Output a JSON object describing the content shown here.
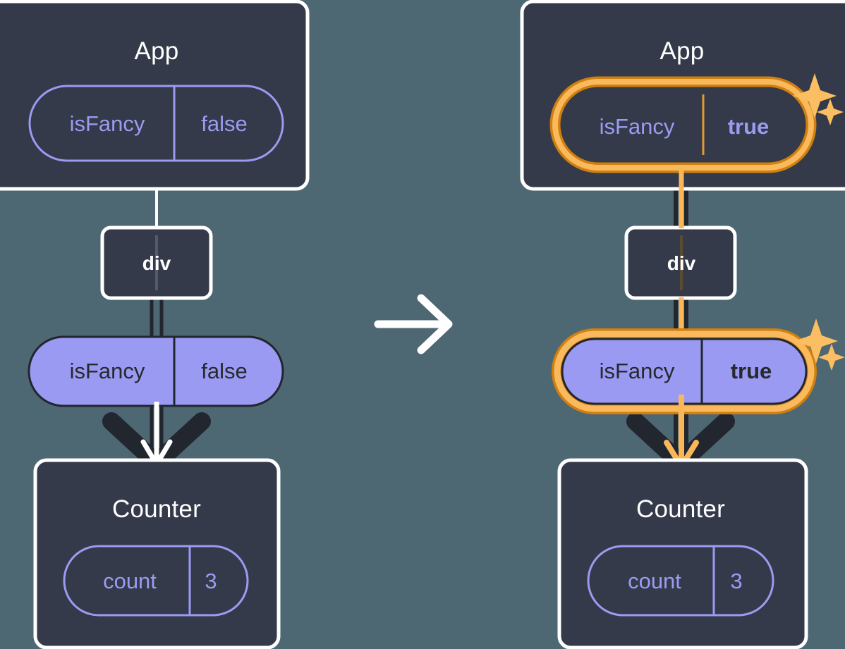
{
  "diagram": {
    "title": "React state lifting diagram: isFancy false to true",
    "background_color": "#4d6773",
    "panel_fill": "#343a49",
    "panel_border": "#ffffff",
    "accent_purple": "#9b9bf2",
    "pill_fill_purple": "#9a9af2",
    "highlight_outer": "#d0800f",
    "highlight_inner": "#f9b95c",
    "wire_dark": "#22262f",
    "wire_white": "#ffffff",
    "wire_orange": "#fab75a",
    "transition_arrow": "arrow-right"
  },
  "panels": [
    {
      "id": "before",
      "app": {
        "title": "App",
        "state_pill": {
          "name": "isFancy",
          "value": "false",
          "style": "outline",
          "highlighted": false,
          "bold_value": false
        }
      },
      "node": {
        "label": "div"
      },
      "prop_pill": {
        "name": "isFancy",
        "value": "false",
        "style": "filled",
        "highlighted": false,
        "bold_value": false
      },
      "counter": {
        "title": "Counter",
        "state_pill": {
          "name": "count",
          "value": "3",
          "style": "outline",
          "highlighted": false,
          "bold_value": false
        }
      },
      "sparkles": false
    },
    {
      "id": "after",
      "app": {
        "title": "App",
        "state_pill": {
          "name": "isFancy",
          "value": "true",
          "style": "outline",
          "highlighted": true,
          "bold_value": true
        }
      },
      "node": {
        "label": "div"
      },
      "prop_pill": {
        "name": "isFancy",
        "value": "true",
        "style": "filled",
        "highlighted": true,
        "bold_value": true
      },
      "counter": {
        "title": "Counter",
        "state_pill": {
          "name": "count",
          "value": "3",
          "style": "outline",
          "highlighted": false,
          "bold_value": false
        }
      },
      "sparkles": true
    }
  ]
}
